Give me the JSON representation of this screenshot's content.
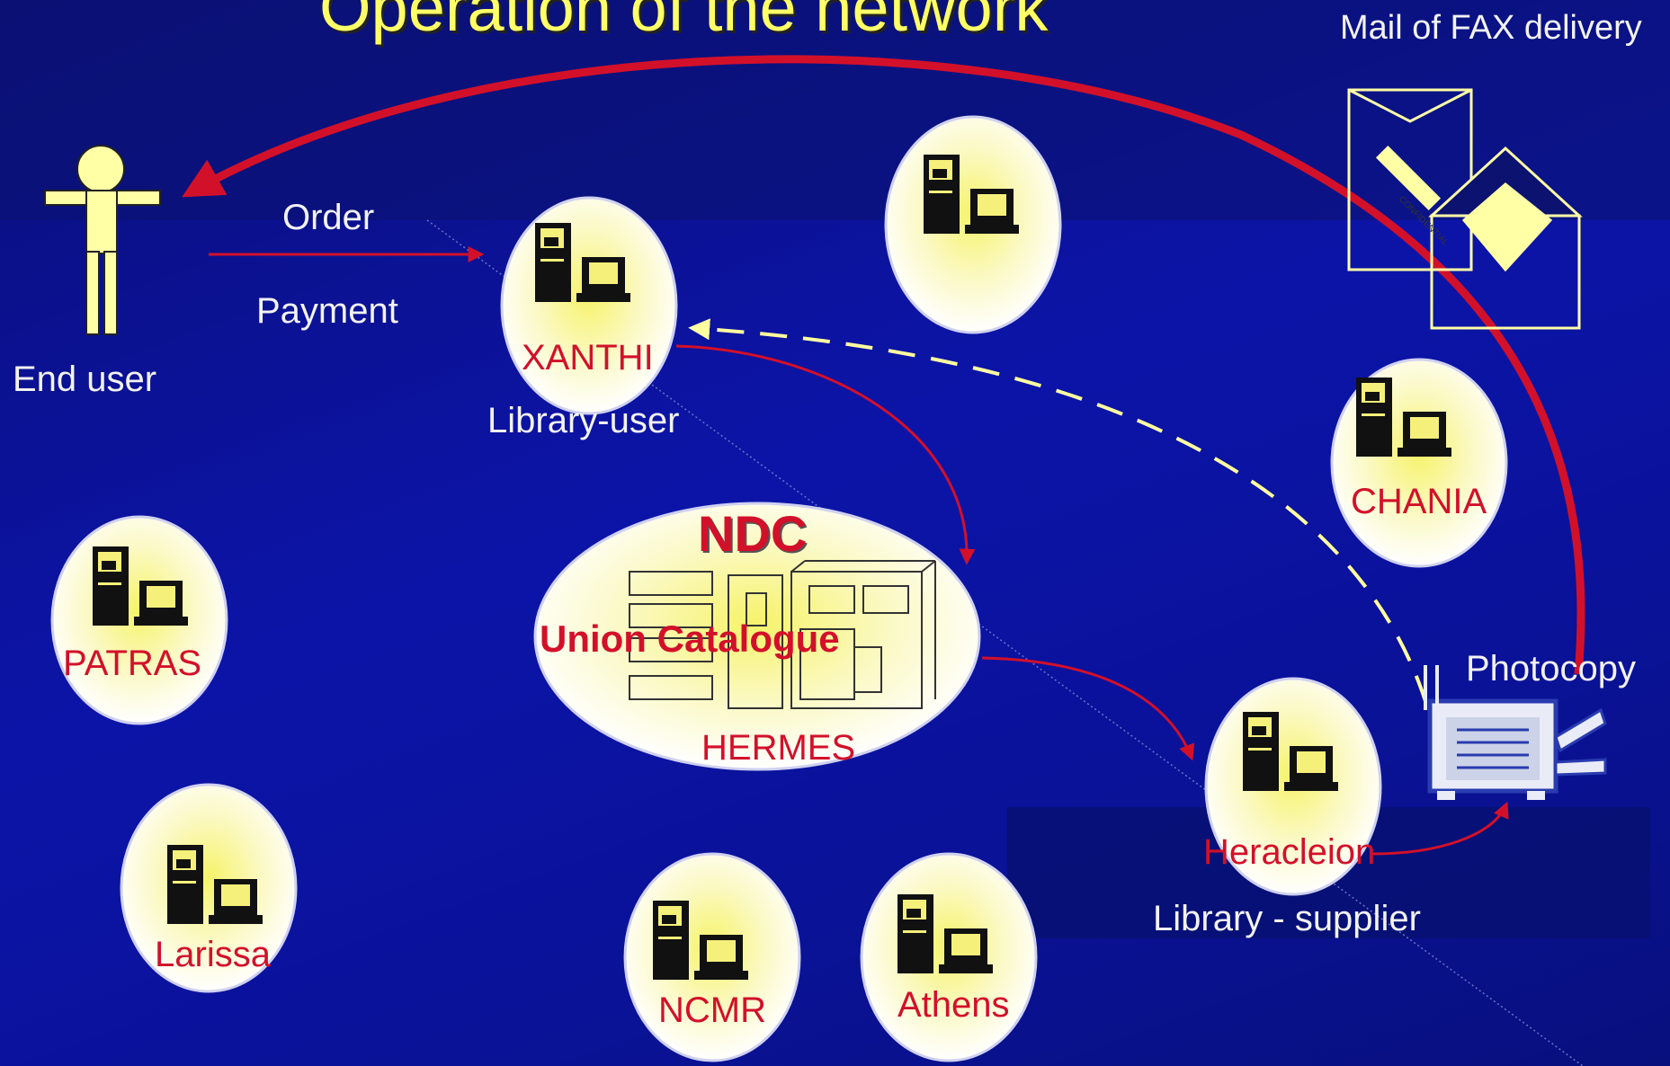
{
  "title": "Operation of the network",
  "labels": {
    "end_user": "End user",
    "order": "Order",
    "payment": "Payment",
    "library_user": "Library-user",
    "library_supplier": "Library - supplier",
    "mail_fax": "Mail of FAX delivery",
    "photocopy": "Photocopy",
    "confidential": "CONFIDENTIAL"
  },
  "ndc": {
    "title": "NDC",
    "catalogue": "Union Catalogue",
    "system": "HERMES"
  },
  "nodes": {
    "xanthi": "XANTHI",
    "chania": "CHANIA",
    "patras": "PATRAS",
    "larissa": "Larissa",
    "ncmr": "NCMR",
    "athens": "Athens",
    "heracleion": "Heracleion",
    "unnamed": ""
  },
  "colors": {
    "background": "#0c14a8",
    "title": "#ffff66",
    "node_label": "#d3102a",
    "arrow": "#d3102a",
    "dashed_arrow": "#ffffa0",
    "text": "#f2f2f2"
  }
}
